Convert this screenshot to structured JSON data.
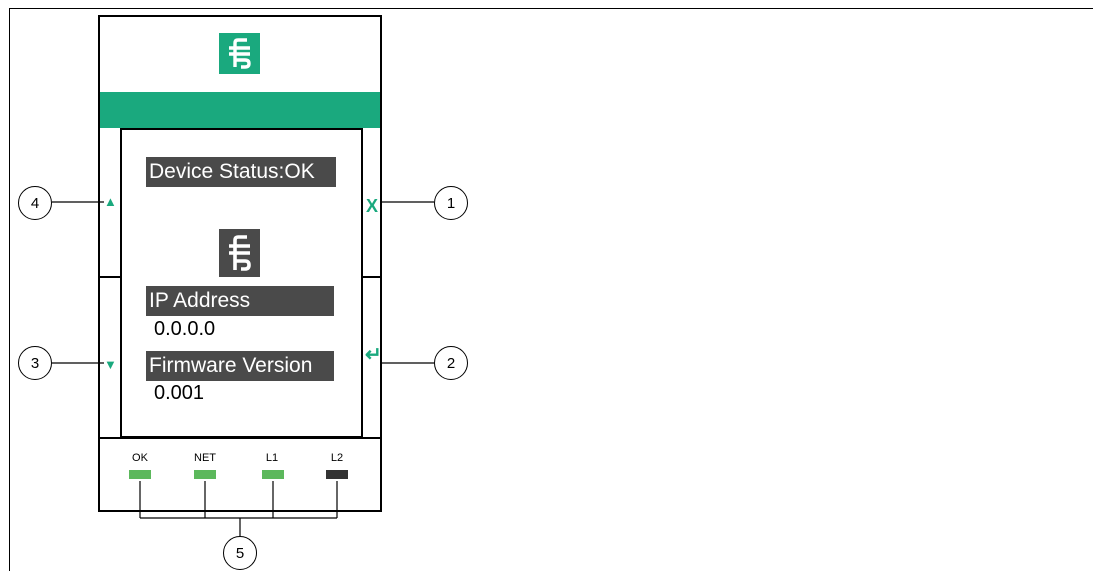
{
  "display": {
    "status_label": "Device Status:OK",
    "ip_label": "IP Address",
    "ip_value": "0.0.0.0",
    "fw_label": "Firmware Version",
    "fw_value": "0.001"
  },
  "buttons": {
    "up_glyph": "▲",
    "down_glyph": "▼",
    "close_glyph": "X",
    "enter_glyph": "↵"
  },
  "callouts": [
    "1",
    "2",
    "3",
    "4",
    "5"
  ],
  "leds": [
    {
      "label": "OK",
      "color": "#5cb85c"
    },
    {
      "label": "NET",
      "color": "#5cb85c"
    },
    {
      "label": "L1",
      "color": "#5cb85c"
    },
    {
      "label": "L2",
      "color": "#333333"
    }
  ],
  "colors": {
    "brand_teal": "#1aa97e",
    "label_bg": "#4a4a4a",
    "led_on": "#5cb85c",
    "led_off": "#333333"
  },
  "icons": [
    "pepperl-fuchs-logo-icon",
    "up-arrow-icon",
    "down-arrow-icon",
    "close-x-icon",
    "enter-icon"
  ]
}
